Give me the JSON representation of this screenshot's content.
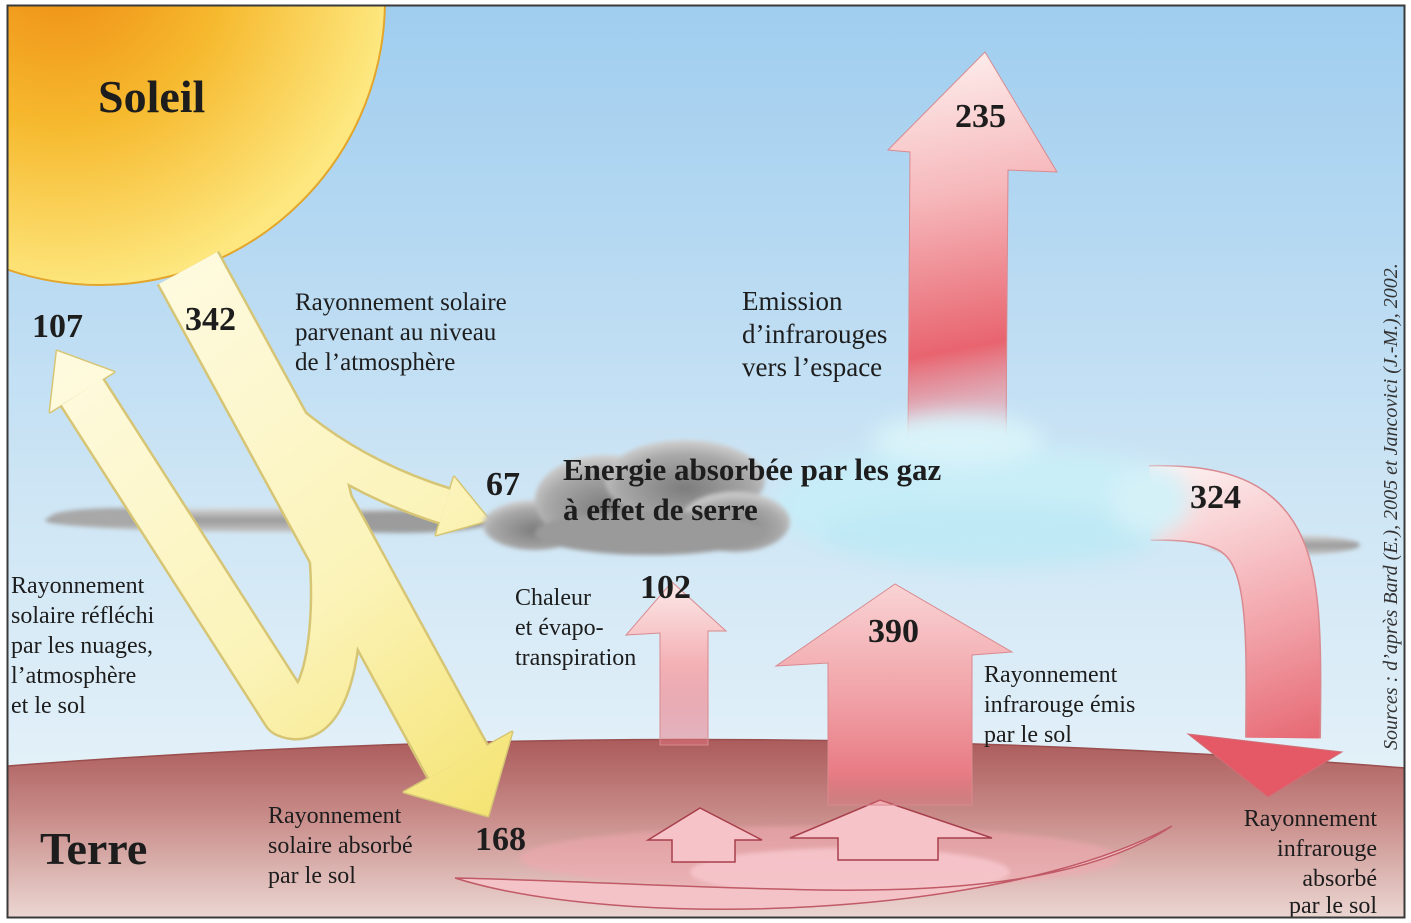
{
  "title_sun": "Soleil",
  "title_earth": "Terre",
  "incoming": {
    "value": 342,
    "label": [
      "Rayonnement solaire",
      "parvenant au niveau",
      "de l’atmosphère"
    ]
  },
  "reflected": {
    "value": 107,
    "label": [
      "Rayonnement",
      "solaire réfléchi",
      "par les nuages,",
      "l’atmosphère",
      "et le sol"
    ]
  },
  "atmosphere_absorbed": {
    "value": 67
  },
  "greenhouse": {
    "label": [
      "Energie absorbée par les gaz",
      "à effet de serre"
    ]
  },
  "ir_to_space": {
    "value": 235,
    "label": [
      "Emission",
      "d’infrarouges",
      "vers l’espace"
    ]
  },
  "back_radiation": {
    "value": 324,
    "label": [
      "Rayonnement",
      "infrarouge",
      "absorbé",
      "par le sol"
    ]
  },
  "latent_heat": {
    "value": 102,
    "label": [
      "Chaleur",
      "et évapo-",
      "transpiration"
    ]
  },
  "surface_ir": {
    "value": 390,
    "label": [
      "Rayonnement",
      "infrarouge émis",
      "par le sol"
    ]
  },
  "surface_absorbed": {
    "value": 168,
    "label": [
      "Rayonnement",
      "solaire absorbé",
      "par le sol"
    ]
  },
  "source": "Sources : d’après Bard (E.), 2005 et Jancovici (J.-M.), 2002.",
  "colors": {
    "sky_top": "#9fcdef",
    "sky_bottom": "#eef6fa",
    "sun_core": "#ee8a12",
    "sun_edge": "#fde77e",
    "ground_top": "#a95858",
    "ground_bottom": "#ecd8d4",
    "beam_yellow": "#fbf3b8",
    "arrow_red": "#e8646f"
  }
}
